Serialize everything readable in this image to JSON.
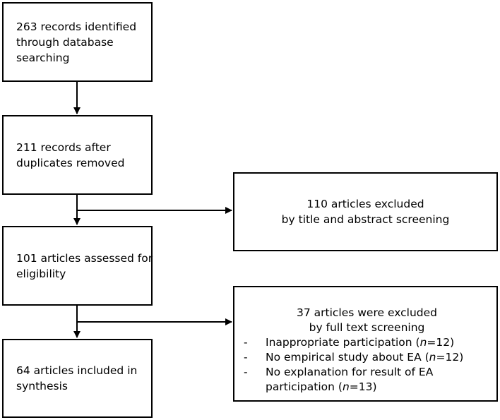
{
  "flow": {
    "identified": {
      "lines": [
        "263 records identified",
        "through database",
        "searching"
      ]
    },
    "after_duplicates": {
      "lines": [
        "211 records after",
        "duplicates removed"
      ]
    },
    "assessed": {
      "lines": [
        "101 articles assessed for",
        "eligibility"
      ]
    },
    "included": {
      "lines": [
        "64 articles included in",
        "synthesis"
      ]
    }
  },
  "exclusions": {
    "title_abstract": {
      "lines": [
        "110 articles excluded",
        "by title and abstract screening"
      ]
    },
    "full_text": {
      "heading_lines": [
        "37 articles were excluded",
        "by full text screening"
      ],
      "dash": "-",
      "n_label": "n",
      "reasons": [
        {
          "text": "Inappropriate participation (",
          "n_value": "=12)",
          "continuation": ""
        },
        {
          "text": "No empirical study about EA (",
          "n_value": "=12)",
          "continuation": ""
        },
        {
          "text": "No explanation for result of EA",
          "continuation_text": "participation (",
          "n_value": "=13)"
        }
      ]
    }
  }
}
